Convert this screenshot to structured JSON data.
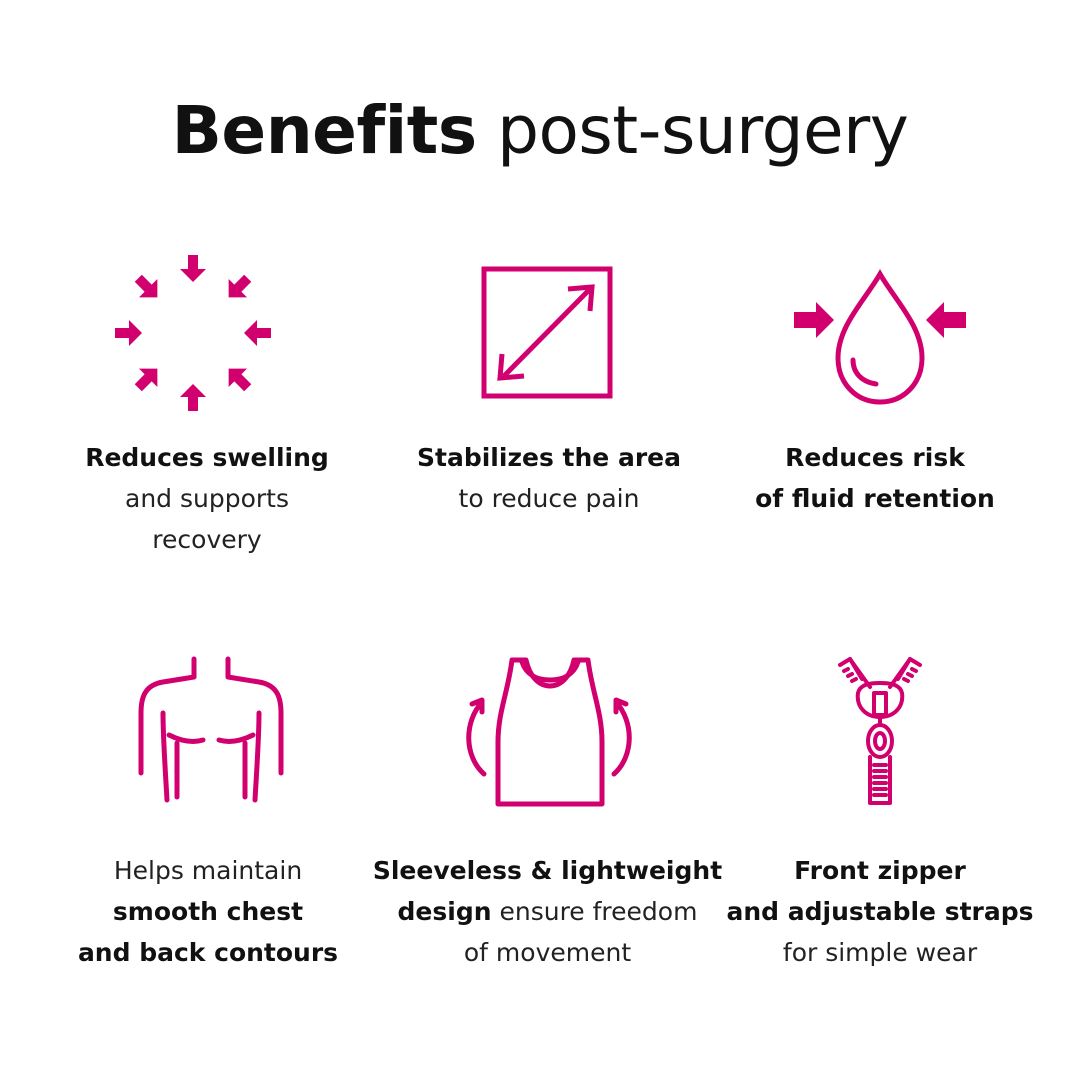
{
  "accent_color": "#d2006f",
  "title": {
    "bold": "Benefits",
    "light": "post-surgery"
  },
  "benefits": [
    {
      "icon": "compress-arrows-icon",
      "lines": [
        [
          {
            "text": "Reduces swelling",
            "bold": true
          }
        ],
        [
          {
            "text": "and supports",
            "bold": false
          }
        ],
        [
          {
            "text": "recovery",
            "bold": false
          }
        ]
      ]
    },
    {
      "icon": "diagonal-expand-arrow-icon",
      "lines": [
        [
          {
            "text": "Stabilizes the area",
            "bold": true
          }
        ],
        [
          {
            "text": "to reduce pain",
            "bold": false
          }
        ]
      ]
    },
    {
      "icon": "water-drop-icon",
      "lines": [
        [
          {
            "text": "Reduces risk",
            "bold": true
          }
        ],
        [
          {
            "text": "of fluid retention",
            "bold": true
          }
        ]
      ]
    },
    {
      "icon": "back-torso-icon",
      "lines": [
        [
          {
            "text": "Helps maintain",
            "bold": false
          }
        ],
        [
          {
            "text": "smooth chest",
            "bold": true
          }
        ],
        [
          {
            "text": "and back contours",
            "bold": true
          }
        ]
      ]
    },
    {
      "icon": "tank-top-icon",
      "lines": [
        [
          {
            "text": "Sleeveless & lightweight",
            "bold": true
          }
        ],
        [
          {
            "text": "design",
            "bold": true
          },
          {
            "text": " ensure freedom",
            "bold": false
          }
        ],
        [
          {
            "text": "of movement",
            "bold": false
          }
        ]
      ]
    },
    {
      "icon": "zipper-icon",
      "lines": [
        [
          {
            "text": "Front zipper",
            "bold": true
          }
        ],
        [
          {
            "text": "and adjustable straps",
            "bold": true
          }
        ],
        [
          {
            "text": "for simple wear",
            "bold": false
          }
        ]
      ]
    }
  ]
}
